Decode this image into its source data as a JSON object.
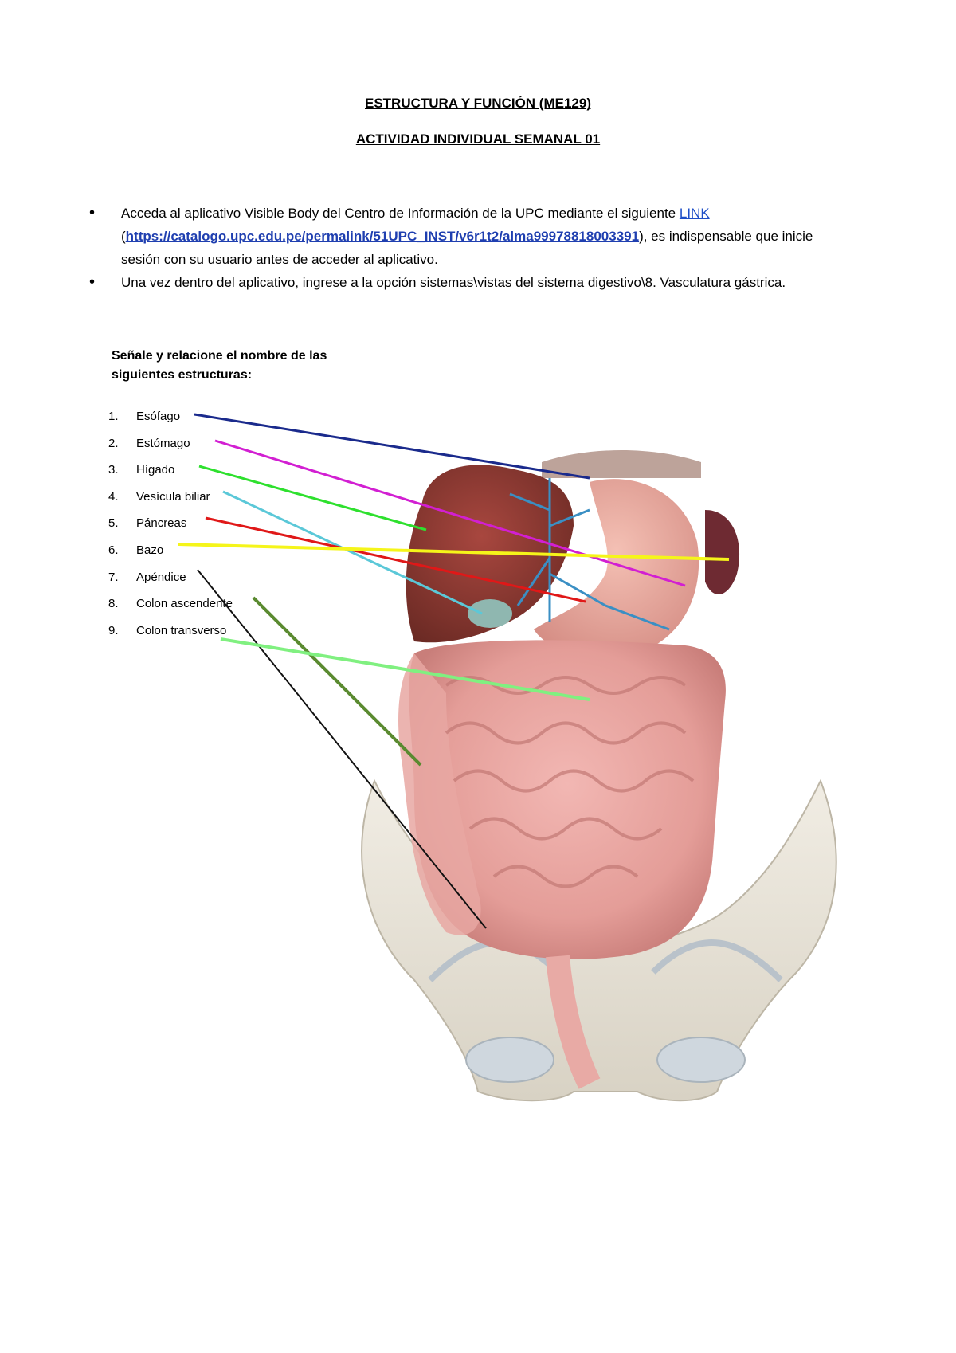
{
  "header": {
    "title": "ESTRUCTURA Y FUNCIÓN (ME129)",
    "subtitle": "ACTIVIDAD INDIVIDUAL SEMANAL 01"
  },
  "bullets": {
    "item1_prefix": "Acceda al aplicativo Visible Body del Centro de Información de la UPC mediante el siguiente ",
    "item1_link": "LINK",
    "item1_paren_open": "(",
    "item1_url": "https://catalogo.upc.edu.pe/permalink/51UPC_INST/v6r1t2/alma99978818003391",
    "item1_suffix": "), es indispensable que inicie sesión con su usuario antes de acceder al aplicativo.",
    "item2": "Una vez dentro del aplicativo, ingrese a la opción sistemas\\vistas del sistema digestivo\\8. Vasculatura gástrica."
  },
  "instructions": "Señale y relacione el nombre de las siguientes estructuras:",
  "structures": [
    {
      "num": "1.",
      "name": "Esófago",
      "color": "#1a2a8c"
    },
    {
      "num": "2.",
      "name": "Estómago",
      "color": "#d21fd2"
    },
    {
      "num": "3.",
      "name": "Hígado",
      "color": "#2ee02e"
    },
    {
      "num": "4.",
      "name": "Vesícula biliar",
      "color": "#5bc8d8"
    },
    {
      "num": "5.",
      "name": "Páncreas",
      "color": "#e01818"
    },
    {
      "num": "6.",
      "name": "Bazo",
      "color": "#f5f51a"
    },
    {
      "num": "7.",
      "name": "Apéndice",
      "color": "#111111"
    },
    {
      "num": "8.",
      "name": "Colon ascendente",
      "color": "#5a8a30"
    },
    {
      "num": "9.",
      "name": "Colon transverso",
      "color": "#80f080"
    }
  ]
}
